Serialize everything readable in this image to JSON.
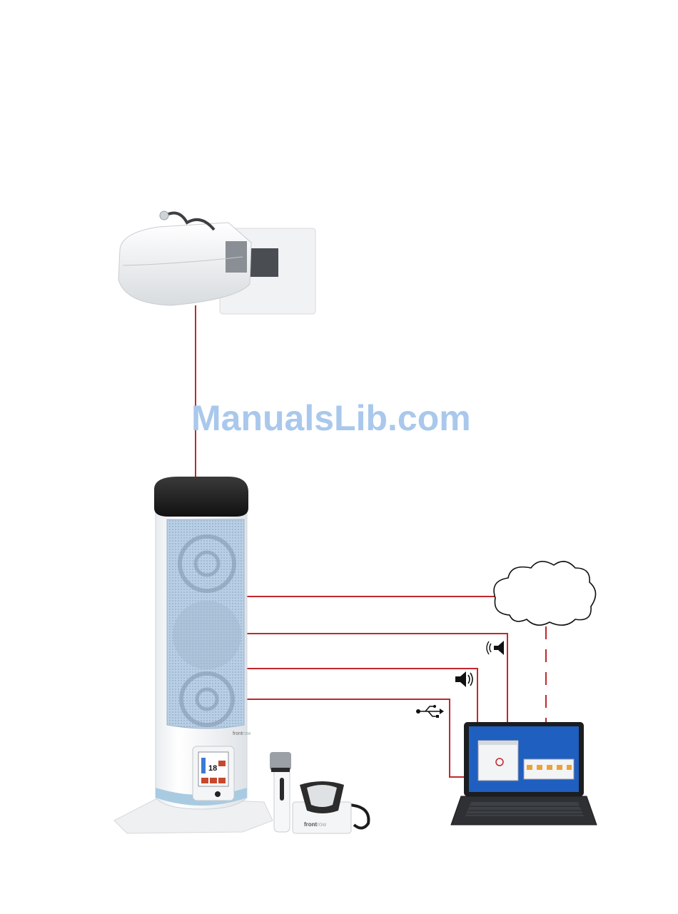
{
  "watermark": "ManualsLib.com",
  "colors": {
    "connection_line": "#c0282e",
    "watermark": "#a9c8ec",
    "speaker_grille": "#b7cde3",
    "laptop_screen": "#1f5fbf"
  },
  "devices": {
    "projector": "projector",
    "speaker_tower": "speaker-tower",
    "microphone_handheld": "handheld-microphone",
    "microphone_pendant": "pendant-microphone",
    "laptop": "laptop",
    "cloud": "network-cloud"
  },
  "speaker_panel": {
    "display_value": "18",
    "brand": "front",
    "brand_suffix": "row"
  },
  "connection_icons": [
    "audio-out-icon",
    "speaker-volume-icon",
    "usb-icon"
  ]
}
